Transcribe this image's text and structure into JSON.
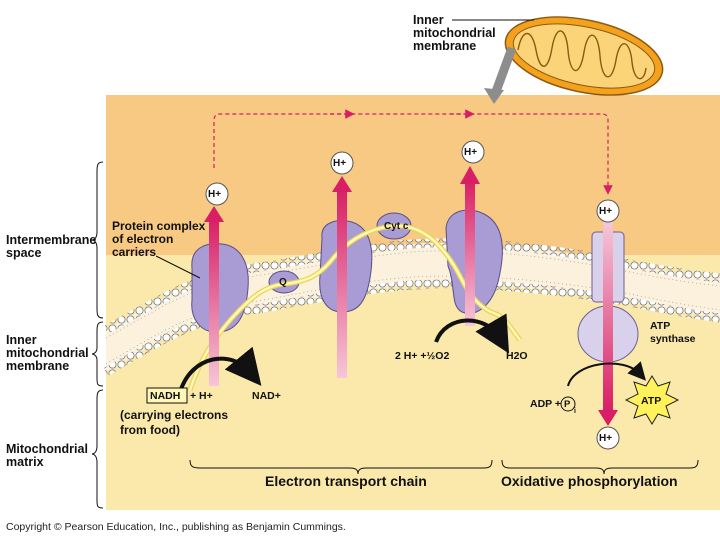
{
  "figure": {
    "label_inner_membrane_top": "Inner\nmitochondrial\nmembrane",
    "region_labels": {
      "intermembrane": "Intermembrane\nspace",
      "inner_membrane": "Inner\nmitochondrial\nmembrane",
      "matrix": "Mitochondrial\nmatrix"
    },
    "protein_complex_label": "Protein complex\nof electron\ncarriers",
    "proton_label": "H+",
    "cyt_c": "Cyt c",
    "q": "Q",
    "nadh": "NADH",
    "plus_h": "+ H+",
    "nad": "NAD+",
    "carrying": "(carrying electrons\nfrom food)",
    "water_reaction": "2 H+ +½O2",
    "water": "H2O",
    "atp_synthase": "ATP\nsynthase",
    "adp": "ADP +",
    "pi": "P",
    "pi_sub": "i",
    "atp": "ATP",
    "etc_title": "Electron transport chain",
    "oxphos_title": "Oxidative phosphorylation",
    "copyright": "Copyright © Pearson Education, Inc., publishing as Benjamin Cummings."
  },
  "colors": {
    "intermembrane": "#f7c983",
    "matrix": "#fae9aa",
    "protein": "#a99bd3",
    "proton_arrow": "#d81e64",
    "electron_path": "#f7f096",
    "mito_outer": "#f4a11d"
  }
}
